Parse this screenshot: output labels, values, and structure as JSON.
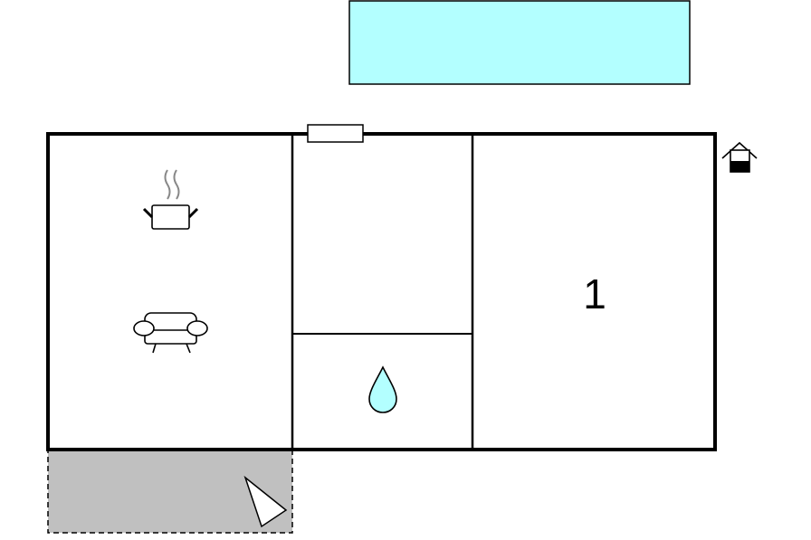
{
  "floorplan": {
    "rooms": [
      {
        "id": "living-kitchen",
        "icons": [
          "cooking-pot-icon",
          "sofa-icon"
        ]
      },
      {
        "id": "hallway",
        "icons": []
      },
      {
        "id": "bathroom",
        "icons": [
          "water-drop-icon"
        ]
      },
      {
        "id": "bedroom",
        "label": "1"
      }
    ],
    "features": [
      "pool",
      "window",
      "entrance",
      "terrace",
      "viewpoint"
    ],
    "colors": {
      "pool": "#b3ffff",
      "terrace": "#c0c0c0",
      "water": "#b3ffff",
      "wall": "#000000",
      "background": "#ffffff"
    }
  }
}
